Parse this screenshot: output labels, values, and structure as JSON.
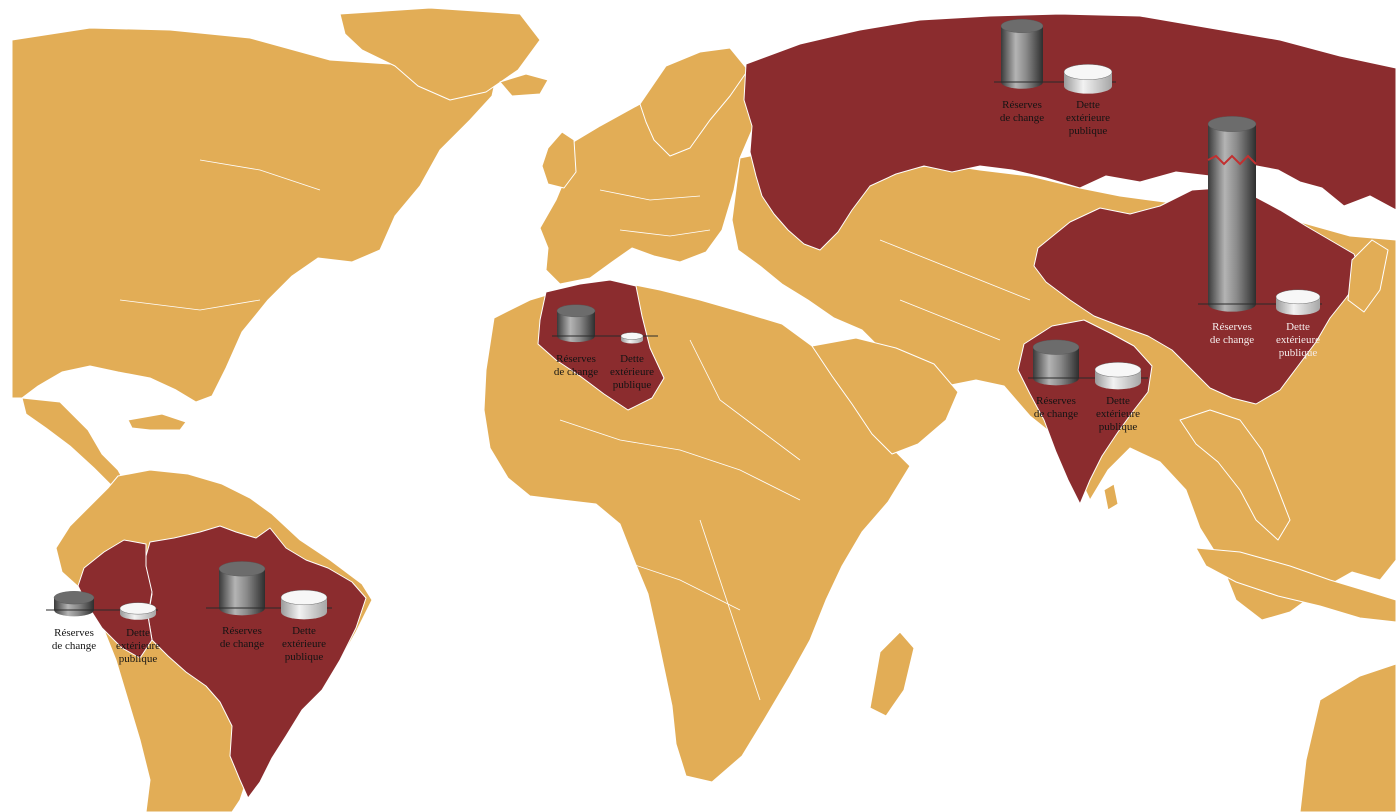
{
  "colors": {
    "land": "#e2ad56",
    "highlight": "#8b2c2e",
    "ocean": "#ffffff",
    "reserves_cylinder": "#8e8e8e",
    "debt_cylinder": "#e2e2e2"
  },
  "highlighted_countries": [
    "Russia",
    "China",
    "India",
    "Algeria",
    "Brazil",
    "Peru"
  ],
  "markers": [
    {
      "id": "russia",
      "country": "Russia",
      "label_color": "dark",
      "reserves": {
        "value": 1.0,
        "label_1": "Réserves",
        "label_2": "de change"
      },
      "debt": {
        "value": 0.25,
        "label_1": "Dette",
        "label_2": "extérieure",
        "label_3": "publique"
      }
    },
    {
      "id": "china",
      "country": "China",
      "label_color": "light",
      "broken_axis": true,
      "reserves": {
        "value": 4.5,
        "label_1": "Réserves",
        "label_2": "de change"
      },
      "debt": {
        "value": 0.2,
        "label_1": "Dette",
        "label_2": "extérieure",
        "label_3": "publique"
      }
    },
    {
      "id": "india",
      "country": "India",
      "label_color": "dark",
      "reserves": {
        "value": 0.55,
        "label_1": "Réserves",
        "label_2": "de change"
      },
      "debt": {
        "value": 0.22,
        "label_1": "Dette",
        "label_2": "extérieure",
        "label_3": "publique"
      }
    },
    {
      "id": "algeria",
      "country": "Algeria",
      "label_color": "dark",
      "reserves": {
        "value": 0.45,
        "label_1": "Réserves",
        "label_2": "de change"
      },
      "debt": {
        "value": 0.06,
        "label_1": "Dette",
        "label_2": "extérieure",
        "label_3": "publique"
      }
    },
    {
      "id": "brazil",
      "country": "Brazil",
      "label_color": "dark",
      "reserves": {
        "value": 0.7,
        "label_1": "Réserves",
        "label_2": "de change"
      },
      "debt": {
        "value": 0.26,
        "label_1": "Dette",
        "label_2": "extérieure",
        "label_3": "publique"
      }
    },
    {
      "id": "peru",
      "country": "Peru",
      "label_color": "dark",
      "reserves": {
        "value": 0.22,
        "label_1": "Réserves",
        "label_2": "de change"
      },
      "debt": {
        "value": 0.1,
        "label_1": "Dette",
        "label_2": "extérieure",
        "label_3": "publique"
      }
    }
  ]
}
